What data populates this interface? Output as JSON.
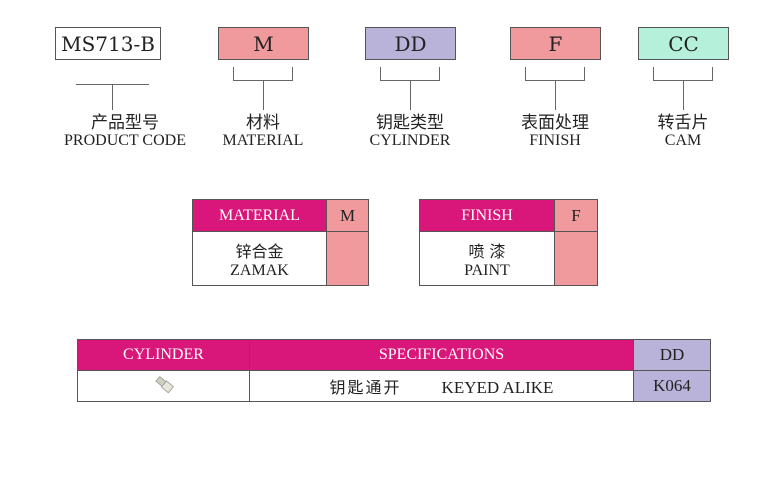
{
  "codes": [
    {
      "value": "MS713-B",
      "cn": "产品型号",
      "en": "PRODUCT CODE",
      "color": "#ffffff"
    },
    {
      "value": "M",
      "cn": "材料",
      "en": "MATERIAL",
      "color": "#f09a9e"
    },
    {
      "value": "DD",
      "cn": "钥匙类型",
      "en": "CYLINDER",
      "color": "#b9b3da"
    },
    {
      "value": "F",
      "cn": "表面处理",
      "en": "FINISH",
      "color": "#f09a9e"
    },
    {
      "value": "CC",
      "cn": "转舌片",
      "en": "CAM",
      "color": "#b5f0da"
    }
  ],
  "material_table": {
    "header": "MATERIAL",
    "code": "M",
    "cn": "锌合金",
    "en": "ZAMAK"
  },
  "finish_table": {
    "header": "FINISH",
    "code": "F",
    "cn": "喷 漆",
    "en": "PAINT"
  },
  "cylinder_table": {
    "headers": [
      "CYLINDER",
      "SPECIFICATIONS",
      "DD"
    ],
    "spec_cn": "钥匙通开",
    "spec_en": "KEYED ALIKE",
    "code": "K064",
    "icon": "key-icon"
  },
  "colors": {
    "header": "#d9177a",
    "pink": "#f09a9e",
    "lavender": "#b9b3da",
    "mint": "#b5f0da"
  }
}
